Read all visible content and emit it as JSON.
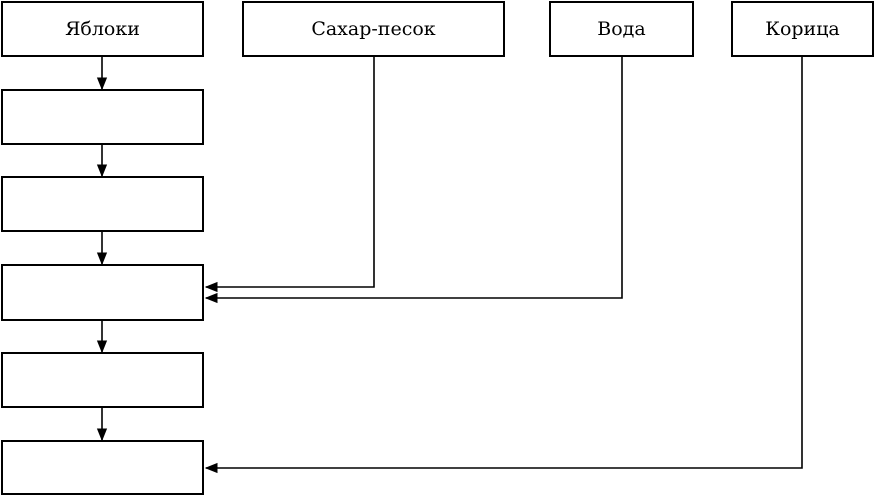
{
  "diagram": {
    "ingredients": {
      "apples": "Яблоки",
      "sugar": "Сахар-песок",
      "water": "Вода",
      "cinnamon": "Корица"
    },
    "steps": [
      "",
      "",
      "",
      "",
      ""
    ]
  }
}
